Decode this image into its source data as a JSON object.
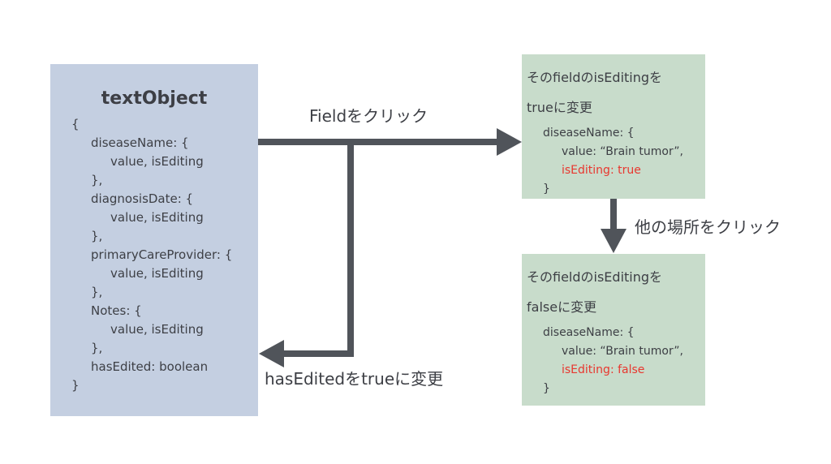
{
  "object_box": {
    "title": "textObject",
    "lines": [
      "{",
      "diseaseName: {",
      "value, isEditing",
      "},",
      "diagnosisDate: {",
      "value, isEditing",
      "},",
      "primaryCareProvider: {",
      "value, isEditing",
      "},",
      "Notes: {",
      "value, isEditing",
      "},",
      "hasEdited: boolean",
      "}"
    ]
  },
  "true_box": {
    "heading_line1": "そのfieldのisEditingを",
    "heading_line2": "trueに変更",
    "code_open": "diseaseName: {",
    "code_value": "value: “Brain tumor”,",
    "code_editing": "isEditing: true",
    "code_close": "}"
  },
  "false_box": {
    "heading_line1": "そのfieldのisEditingを",
    "heading_line2": "falseに変更",
    "code_open": "diseaseName: {",
    "code_value": "value: “Brain tumor”,",
    "code_editing": "isEditing: false",
    "code_close": "}"
  },
  "labels": {
    "field_click": "Fieldをクリック",
    "other_click": "他の場所をクリック",
    "has_edited": "hasEditedをtrueに変更"
  },
  "colors": {
    "object_box": "#c4cfe1",
    "state_box": "#c8dccb",
    "arrow": "#50545a",
    "highlight": "#e8372f"
  }
}
